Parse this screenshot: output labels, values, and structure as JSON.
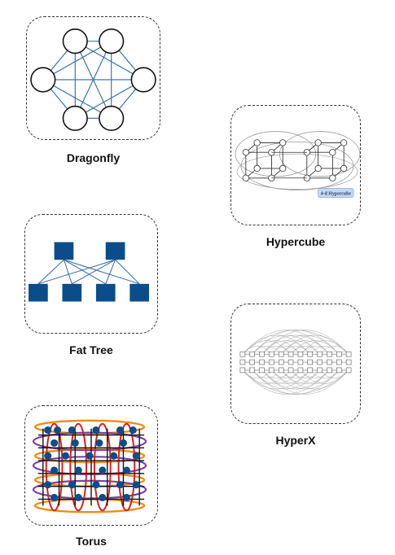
{
  "topologies": {
    "dragonfly": {
      "label": "Dragonfly"
    },
    "fat_tree": {
      "label": "Fat Tree"
    },
    "torus": {
      "label": "Torus"
    },
    "hypercube": {
      "label": "Hypercube",
      "badge": "4-d Hypercube"
    },
    "hyperx": {
      "label": "HyperX"
    }
  },
  "colors": {
    "link_blue": "#2a6aa8",
    "node_navy": "#0b4d8a",
    "torus_red": "#d81e1e",
    "torus_purple": "#7b3fa6",
    "torus_orange": "#f08a1c",
    "torus_black": "#111111",
    "hyper_gray": "#9a9a9a"
  }
}
